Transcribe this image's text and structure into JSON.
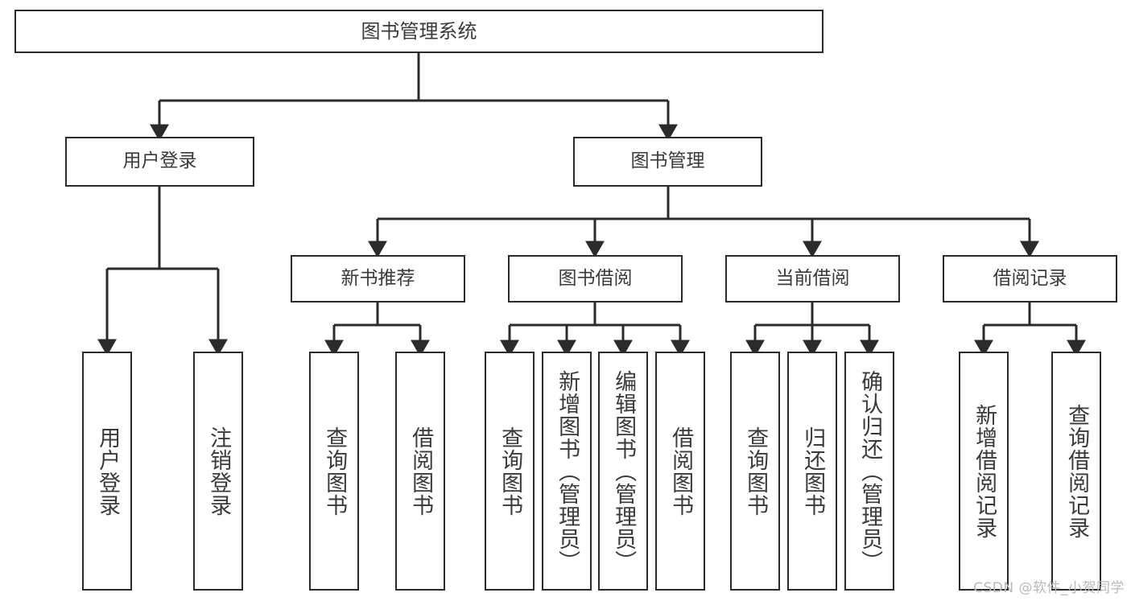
{
  "diagram": {
    "title": "图书管理系统",
    "type": "tree",
    "watermark": "CSDN @软件_小贺同学",
    "colors": {
      "border": "#2b2b2b",
      "text": "#3a3a3a",
      "background": "#ffffff",
      "edge": "#2b2b2b",
      "watermark": "#b9b9b9"
    },
    "nodes": {
      "root": {
        "label": "图书管理系统"
      },
      "level2": [
        {
          "label": "用户登录"
        },
        {
          "label": "图书管理"
        }
      ],
      "level3": [
        {
          "label": "新书推荐"
        },
        {
          "label": "图书借阅"
        },
        {
          "label": "当前借阅"
        },
        {
          "label": "借阅记录"
        }
      ],
      "leaves": {
        "user_login": [
          {
            "label": "用户登录"
          },
          {
            "label": "注销登录"
          }
        ],
        "new_book_recommend": [
          {
            "label": "查询图书"
          },
          {
            "label": "借阅图书"
          }
        ],
        "book_borrow": [
          {
            "label": "查询图书"
          },
          {
            "label": "新增图书（管理员）"
          },
          {
            "label": "编辑图书（管理员）"
          },
          {
            "label": "借阅图书"
          }
        ],
        "current_borrow": [
          {
            "label": "查询图书"
          },
          {
            "label": "归还图书"
          },
          {
            "label": "确认归还（管理员）"
          }
        ],
        "borrow_record": [
          {
            "label": "新增借阅记录"
          },
          {
            "label": "查询借阅记录"
          }
        ]
      }
    }
  }
}
